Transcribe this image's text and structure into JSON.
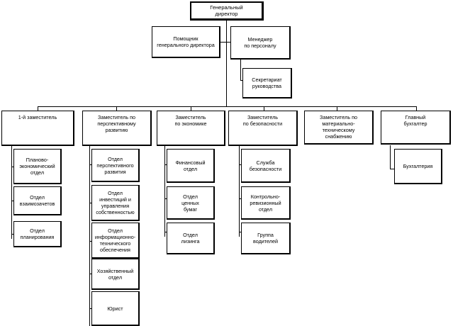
{
  "org_chart": {
    "director": "Генеральный\nдиректор",
    "assistant": "Помощник\nгенерального директора",
    "hr_manager": "Менеджер\nпо персоналу",
    "secretariat": "Секретариат\nруководства",
    "deputies": [
      {
        "title": "1-й заместитель",
        "units": [
          "Планово-\nэкономический\nотдел",
          "Отдел\nвзаимозачетов",
          "Отдел\nпланирования"
        ]
      },
      {
        "title": "Заместитель по\nперспективному\nразвитию",
        "units": [
          "Отдел\nперспективного\nразвития",
          "Отдел\nинвестиций и\nуправления\nсобственностью",
          "Отдел\nинформационно-\nтехнического\nобеспечения",
          "Хозяйственный\nотдел",
          "Юрист"
        ]
      },
      {
        "title": "Заместитель\nпо экономике",
        "units": [
          "Финансовый\nотдел",
          "Отдел\nценных\nбумаг",
          "Отдел\nлизинга"
        ]
      },
      {
        "title": "Заместитель\nпо безопасности",
        "units": [
          "Служба\nбезопасности",
          "Контрольно-\nревизионный\nотдел",
          "Группа\nводителей"
        ]
      },
      {
        "title": "Заместитель по\nматериально-\nтехническому\nснабжению",
        "units": []
      },
      {
        "title": "Главный\nбухгалтер",
        "units": [
          "Бухгалтерия"
        ]
      }
    ]
  }
}
